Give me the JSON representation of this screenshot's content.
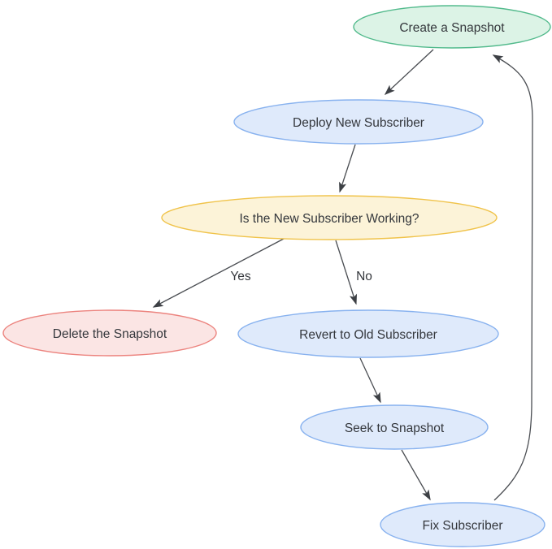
{
  "diagram": {
    "title": "Snapshot / Subscriber deployment flowchart",
    "colors": {
      "edge_stroke": "#4a4d52",
      "arrowhead": "#3d4045",
      "text": "#34373c",
      "green_fill": "#dcf3e6",
      "green_stroke": "#52ba8c",
      "blue_fill": "#dfeafb",
      "blue_stroke": "#88b2ef",
      "yellow_fill": "#fcf3d8",
      "yellow_stroke": "#f0c34a",
      "red_fill": "#fbe5e4",
      "red_stroke": "#ec837e"
    },
    "nodes": [
      {
        "id": "create-a-snapshot",
        "label": "Create a Snapshot",
        "fill": "#dcf3e6",
        "stroke": "#52ba8c"
      },
      {
        "id": "deploy-new-subscriber",
        "label": "Deploy New Subscriber",
        "fill": "#dfeafb",
        "stroke": "#88b2ef"
      },
      {
        "id": "is-the-new-subscriber-working",
        "label": "Is the New Subscriber Working?",
        "fill": "#fcf3d8",
        "stroke": "#f0c34a"
      },
      {
        "id": "delete-the-snapshot",
        "label": "Delete the Snapshot",
        "fill": "#fbe5e4",
        "stroke": "#ec837e"
      },
      {
        "id": "revert-to-old-subscriber",
        "label": "Revert to Old Subscriber",
        "fill": "#dfeafb",
        "stroke": "#88b2ef"
      },
      {
        "id": "seek-to-snapshot",
        "label": "Seek to Snapshot",
        "fill": "#dfeafb",
        "stroke": "#88b2ef"
      },
      {
        "id": "fix-subscriber",
        "label": "Fix Subscriber",
        "fill": "#dfeafb",
        "stroke": "#88b2ef"
      }
    ],
    "edges": [
      {
        "from": "create-a-snapshot",
        "to": "deploy-new-subscriber",
        "label": ""
      },
      {
        "from": "deploy-new-subscriber",
        "to": "is-the-new-subscriber-working",
        "label": ""
      },
      {
        "from": "is-the-new-subscriber-working",
        "to": "delete-the-snapshot",
        "label": "Yes"
      },
      {
        "from": "is-the-new-subscriber-working",
        "to": "revert-to-old-subscriber",
        "label": "No"
      },
      {
        "from": "revert-to-old-subscriber",
        "to": "seek-to-snapshot",
        "label": ""
      },
      {
        "from": "seek-to-snapshot",
        "to": "fix-subscriber",
        "label": ""
      },
      {
        "from": "fix-subscriber",
        "to": "create-a-snapshot",
        "label": ""
      }
    ]
  }
}
